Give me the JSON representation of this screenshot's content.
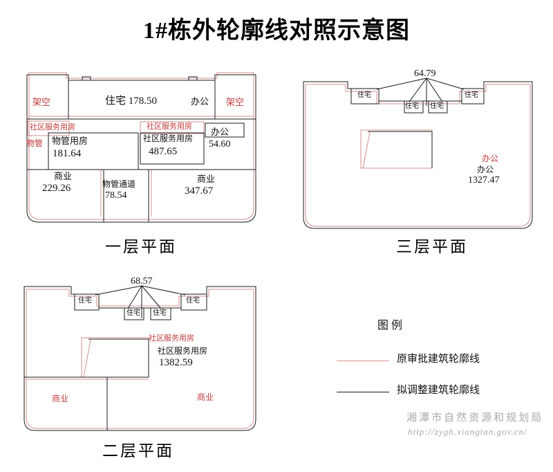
{
  "title": "1#栋外轮廓线对照示意图",
  "colors": {
    "original_outline": "#d68f8f",
    "proposed_outline": "#1a1a1a",
    "red_label": "#c23b3b",
    "watermark": "#b5b5b5"
  },
  "plan_first_floor": {
    "caption": "一层平面",
    "labels": {
      "jiakong_left": "架空",
      "zhuzhai_band": "住宅  178.50",
      "bangong_band": "办公",
      "jiakong_right": "架空",
      "shequ_strip": "社区服务用房",
      "wuguan": "物管",
      "wuguan_room_name": "物管用房",
      "wuguan_room_area": "181.64",
      "shequ_mid_red": "社区服务用房",
      "shequ_mid_name": "社区服务用房",
      "shequ_mid_area": "487.65",
      "bangong_name": "办公",
      "bangong_area": "54.60",
      "shangye_left_name": "商业",
      "shangye_left_area": "229.26",
      "tongdao_name": "物管通道",
      "tongdao_area": "78.54",
      "shangye_right_name": "商业",
      "shangye_right_area": "347.67"
    }
  },
  "plan_third_floor": {
    "caption": "三层平面",
    "labels": {
      "dim": "64.79",
      "zhuzhai_1": "住宅",
      "zhuzhai_2": "住宅",
      "zhuzhai_3": "住宅",
      "zhuzhai_4": "住宅",
      "bangong_red": "办公",
      "bangong_name": "办公",
      "bangong_area": "1327.47"
    }
  },
  "plan_second_floor": {
    "caption": "二层平面",
    "labels": {
      "dim": "68.57",
      "zhuzhai_1": "住宅",
      "zhuzhai_2": "住宅",
      "zhuzhai_3": "住宅",
      "zhuzhai_4": "住宅",
      "shequ_red": "社区服务用房",
      "shequ_name": "社区服务用房",
      "shequ_area": "1382.59",
      "shangye_left": "商业",
      "shangye_right": "商业"
    }
  },
  "legend": {
    "title": "图例",
    "items": [
      {
        "label": "原审批建筑轮廓线",
        "color": "#d68f8f"
      },
      {
        "label": "拟调整建筑轮廓线",
        "color": "#1a1a1a"
      }
    ]
  },
  "watermark": {
    "line1": "湘潭市自然资源和规划局",
    "line2": "http://zygh.xiangtan.gov.cn/"
  }
}
